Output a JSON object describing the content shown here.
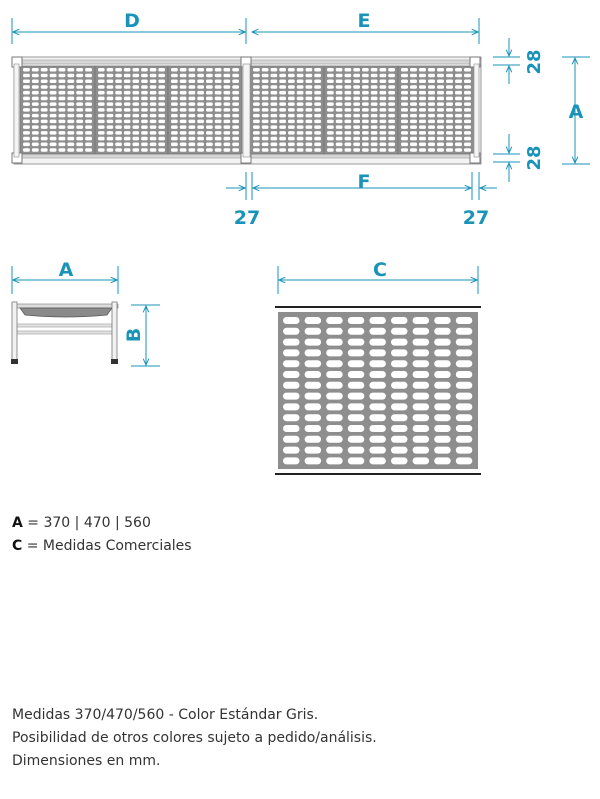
{
  "dimension_labels": {
    "D": "D",
    "E": "E",
    "F": "F",
    "A": "A",
    "B": "B",
    "C": "C",
    "top_height": "28",
    "bottom_height": "28",
    "left_offset": "27",
    "right_offset": "27"
  },
  "legend": [
    {
      "key": "A",
      "text": " = 370 | 470 | 560"
    },
    {
      "key": "C",
      "text": " = Medidas Comerciales"
    }
  ],
  "notes": [
    "Medidas 370/470/560 - Color Estándar Gris.",
    "Posibilidad de otros colores sujeto a pedido/análisis.",
    "Dimensiones en mm."
  ],
  "colors": {
    "dimension": "#1a93b8",
    "panel": "#8e8e8e",
    "frame": "#c9c9c9"
  }
}
